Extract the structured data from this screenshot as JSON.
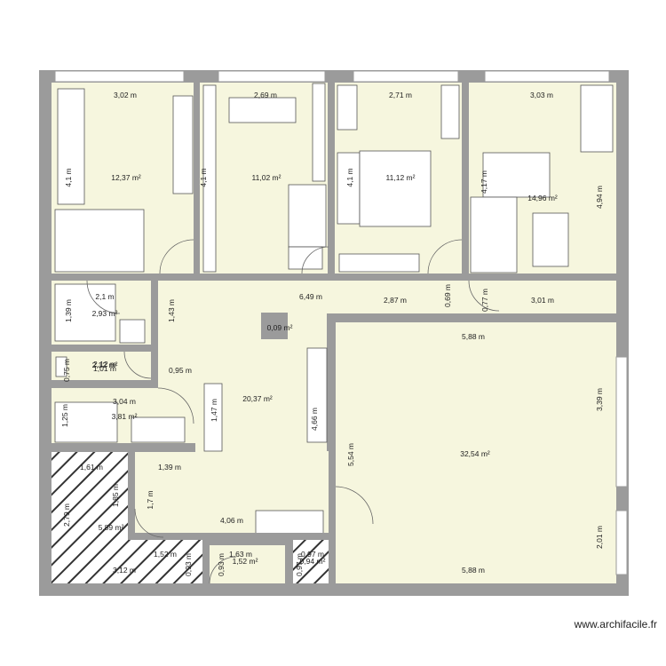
{
  "colors": {
    "room_fill": "#f6f6de",
    "wall": "#9b9b9b",
    "furniture": "#ffffff",
    "hatch": "#333333"
  },
  "watermark": "www.archifacile.fr",
  "areas": {
    "room1": "12,37 m²",
    "room2": "11,02 m²",
    "room3": "11,12 m²",
    "room4": "14,96 m²",
    "bath": "2,93 m²",
    "wc": "2,12 m²",
    "shower": "3,81 m²",
    "living": "20,37 m²",
    "column": "0,09 m²",
    "salon": "32,54 m²",
    "terrace": "5,89 m²",
    "small1": "1,52 m²",
    "small2": "0,94 m²"
  },
  "dims": {
    "d302": "3,02 m",
    "d269": "2,69 m",
    "d271": "2,71 m",
    "d303": "3,03 m",
    "d41a": "4,1 m",
    "d41b": "4,1 m",
    "d41c": "4,1 m",
    "d417": "4,17 m",
    "d494": "4,94 m",
    "d649": "6,49 m",
    "d287": "2,87 m",
    "d069": "0,69 m",
    "d077": "0,77 m",
    "d301": "3,01 m",
    "d21": "2,1 m",
    "d139a": "1,39 m",
    "d143": "1,43 m",
    "d588a": "5,88 m",
    "d212": "2,12 m",
    "d101": "1,01 m",
    "d075": "0,75 m",
    "d095": "0,95 m",
    "d304": "3,04 m",
    "d125": "1,25 m",
    "d147": "1,47 m",
    "d466": "4,66 m",
    "d339": "3,39 m",
    "d161": "1,61 m",
    "d139b": "1,39 m",
    "d185": "1,85 m",
    "d17": "1,7 m",
    "d554": "5,54 m",
    "d279": "2,79 m",
    "d406": "4,06 m",
    "d152": "1,52 m",
    "d163": "1,63 m",
    "d097": "0,97 m",
    "d093a": "0,93 m",
    "d093b": "0,93 m",
    "d312": "3,12 m",
    "d588b": "5,88 m",
    "d201": "2,01 m",
    "d097b": "0,97 m"
  }
}
